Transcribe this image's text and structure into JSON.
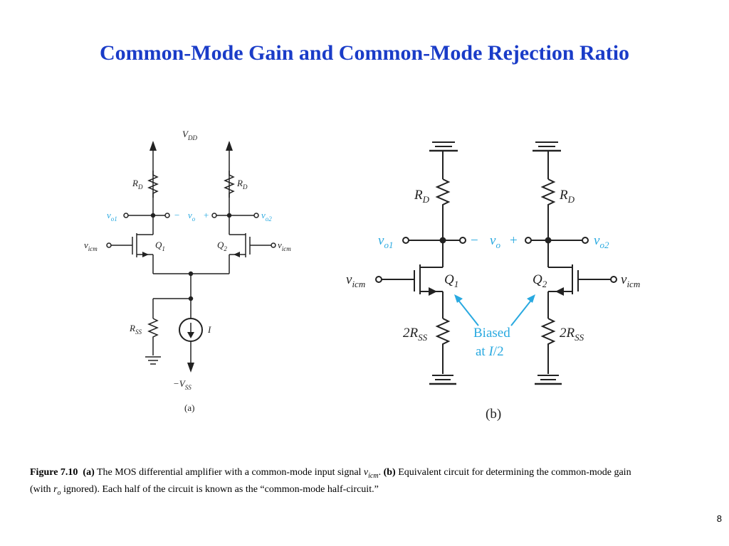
{
  "slide": {
    "title": "Common-Mode Gain and Common-Mode Rejection Ratio",
    "page_number": "8"
  },
  "caption": {
    "figure": "Figure 7.10",
    "part_a": "(a)",
    "text_a": "The MOS differential amplifier with a common-mode input signal",
    "signal": "v",
    "signal_sub": "icm",
    "part_b": "(b)",
    "text_b": "Equivalent circuit for determining the common-mode gain",
    "line2_open": "(with",
    "ro": "r",
    "ro_sub": "o",
    "line2_rest": "ignored). Each half of the circuit is known as the “common-mode half-circuit.”"
  },
  "circuit_a": {
    "label": "(a)",
    "vdd": "V",
    "vdd_sub": "DD",
    "rd_left": "R",
    "rd_left_sub": "D",
    "rd_right": "R",
    "rd_right_sub": "D",
    "vo1": "v",
    "vo1_sub": "o1",
    "vo": "v",
    "vo_sub": "o",
    "minus": "−",
    "plus": "+",
    "vo2": "v",
    "vo2_sub": "o2",
    "vicm_left": "v",
    "vicm_left_sub": "icm",
    "vicm_right": "v",
    "vicm_right_sub": "icm",
    "q1": "Q",
    "q1_sub": "1",
    "q2": "Q",
    "q2_sub": "2",
    "rss": "R",
    "rss_sub": "SS",
    "current": "I",
    "vss": "−V",
    "vss_sub": "SS",
    "accent_color": "#29a9e0"
  },
  "circuit_b": {
    "label": "(b)",
    "rd_left": "R",
    "rd_left_sub": "D",
    "rd_right": "R",
    "rd_right_sub": "D",
    "vo1": "v",
    "vo1_sub": "o1",
    "vo": "v",
    "vo_sub": "o",
    "minus": "−",
    "plus": "+",
    "vo2": "v",
    "vo2_sub": "o2",
    "vicm_left": "v",
    "vicm_left_sub": "icm",
    "vicm_right": "v",
    "vicm_right_sub": "icm",
    "q1": "Q",
    "q1_sub": "1",
    "q2": "Q",
    "q2_sub": "2",
    "rss_left": "2R",
    "rss_left_sub": "SS",
    "rss_right": "2R",
    "rss_right_sub": "SS",
    "biased_line1": "Biased",
    "biased_line2_a": "at ",
    "biased_line2_b": "I",
    "biased_line2_c": "/2",
    "accent_color": "#29a9e0"
  }
}
